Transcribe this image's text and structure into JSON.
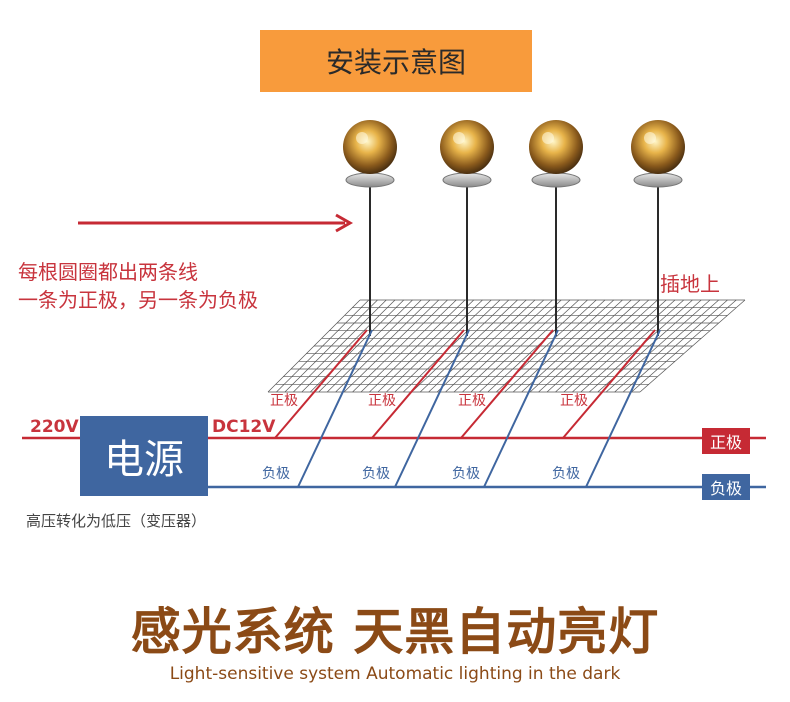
{
  "banner": {
    "title": "安装示意图"
  },
  "note": {
    "line1": "每根圆圈都出两条线",
    "line2": "一条为正极，另一条为负极"
  },
  "ground_label": "插地上",
  "input_voltage": "220V",
  "output_voltage": "DC12V",
  "power_supply": {
    "label": "电源",
    "caption": "高压转化为低压（变压器）"
  },
  "positive_label": "正极",
  "negative_label": "负极",
  "rail_labels": {
    "positive": "正极",
    "negative": "负极"
  },
  "lamp_count": 4,
  "headline": "感光系统 天黑自动亮灯",
  "subheadline": "Light-sensitive system Automatic lighting in the dark",
  "colors": {
    "banner": "#f89b3c",
    "positive": "#c62a34",
    "negative": "#3f66a0",
    "headline": "#8b4a16",
    "grid": "#555555"
  }
}
